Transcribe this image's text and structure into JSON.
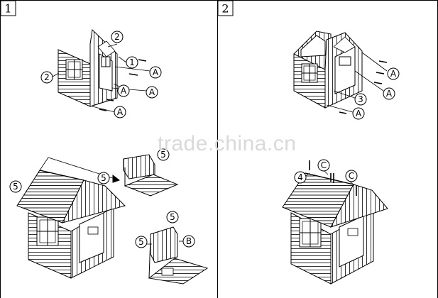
{
  "watermark": "trade.china.cn",
  "steps": [
    {
      "number": "1",
      "callouts": [
        "2",
        "2",
        "1",
        "A",
        "A",
        "A",
        "A"
      ]
    },
    {
      "number": "2",
      "callouts": [
        "3",
        "A",
        "A",
        "A"
      ]
    },
    {
      "number": "",
      "callouts": [
        "5",
        "5",
        "5",
        "5",
        "5",
        "B"
      ]
    },
    {
      "number": "",
      "callouts": [
        "4",
        "C",
        "C"
      ]
    }
  ]
}
